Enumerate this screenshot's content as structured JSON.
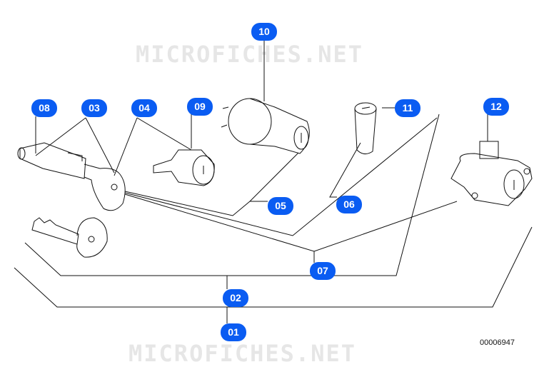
{
  "watermark": "MICROFICHES.NET",
  "reference_number": "00006947",
  "badge_color": "#0a5cf2",
  "callouts": [
    {
      "id": "10",
      "label": "10"
    },
    {
      "id": "08",
      "label": "08"
    },
    {
      "id": "03",
      "label": "03"
    },
    {
      "id": "04",
      "label": "04"
    },
    {
      "id": "09",
      "label": "09"
    },
    {
      "id": "11",
      "label": "11"
    },
    {
      "id": "12",
      "label": "12"
    },
    {
      "id": "05",
      "label": "05"
    },
    {
      "id": "06",
      "label": "06"
    },
    {
      "id": "07",
      "label": "07"
    },
    {
      "id": "02",
      "label": "02"
    },
    {
      "id": "01",
      "label": "01"
    }
  ]
}
